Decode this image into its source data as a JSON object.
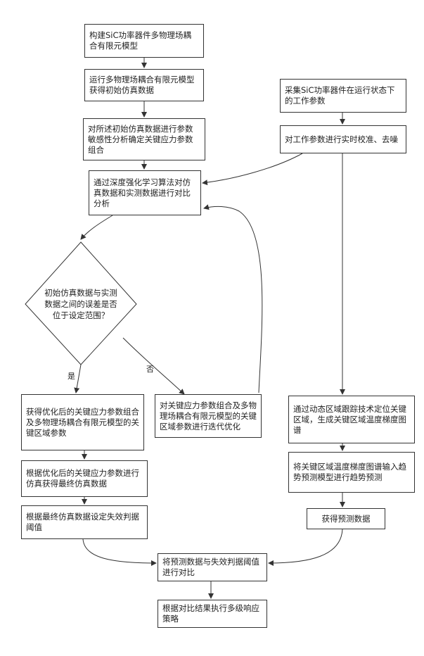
{
  "steps": {
    "s1": "构建SiC功率器件多物理场耦合有限元模型",
    "s2": "运行多物理场耦合有限元模型获得初始仿真数据",
    "s3": "对所述初始仿真数据进行参数敏感性分析确定关键应力参数组合",
    "s4": "通过深度强化学习算法对仿真数据和实测数据进行对比分析",
    "decision": "初始仿真数据与实测数据之间的误差是否位于设定范围？",
    "yes_label": "是",
    "no_label": "否",
    "s5": "获得优化后的关键应力参数组合及多物理场耦合有限元模型的关键区域参数",
    "s6": "对关键应力参数组合及多物理场耦合有限元模型的关键区域参数进行迭代优化",
    "s7": "根据优化后的关键应力参数进行仿真获得最终仿真数据",
    "s8": "根据最终仿真数据设定失效判据阈值",
    "r1": "采集SiC功率器件在运行状态下的工作参数",
    "r2": "对工作参数进行实时校准、去噪",
    "r3": "通过动态区域跟踪技术定位关键区域，生成关键区域温度梯度图谱",
    "r4": "将关键区域温度梯度图谱输入趋势预测模型进行趋势预测",
    "r5": "获得预测数据",
    "b1": "将预测数据与失效判据阈值进行对比",
    "b2": "根据对比结果执行多级响应策略"
  }
}
